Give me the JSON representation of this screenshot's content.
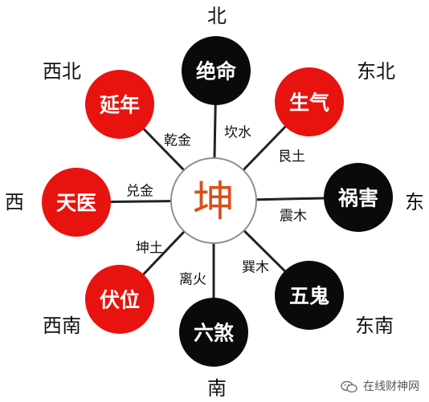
{
  "colors": {
    "red": "#e8130e",
    "black": "#0a0a0a",
    "white_text": "#ffffff",
    "center_text": "#d8501c",
    "line": "#222222"
  },
  "center": {
    "label": "坤"
  },
  "stars": [
    {
      "key": "n",
      "label": "绝命",
      "fill": "black"
    },
    {
      "key": "ne",
      "label": "生气",
      "fill": "red"
    },
    {
      "key": "e",
      "label": "祸害",
      "fill": "black"
    },
    {
      "key": "se",
      "label": "五鬼",
      "fill": "black"
    },
    {
      "key": "s",
      "label": "六煞",
      "fill": "black"
    },
    {
      "key": "sw",
      "label": "伏位",
      "fill": "red"
    },
    {
      "key": "w",
      "label": "天医",
      "fill": "red"
    },
    {
      "key": "nw",
      "label": "延年",
      "fill": "red"
    }
  ],
  "trigrams": {
    "n": "坎水",
    "ne": "艮土",
    "e": "震木",
    "se": "巽木",
    "s": "离火",
    "sw": "坤土",
    "w": "兑金",
    "nw": "乾金"
  },
  "directions": {
    "n": "北",
    "ne": "东北",
    "e": "东",
    "se": "东南",
    "s": "南",
    "sw": "西南",
    "w": "西",
    "nw": "西北"
  },
  "watermark": {
    "text": "在线财神网",
    "icon": "wechat-icon"
  }
}
